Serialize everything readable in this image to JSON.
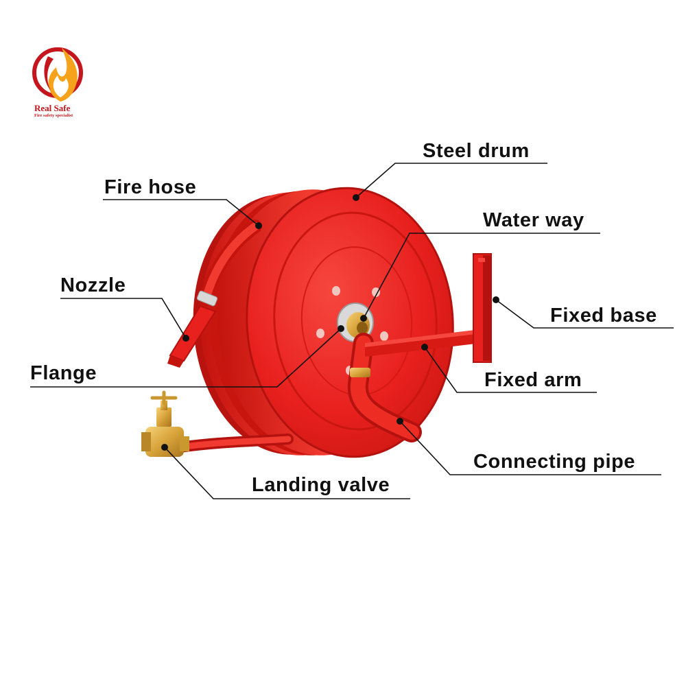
{
  "brand": {
    "name": "Real Safe",
    "tagline": "Fire safety specialist"
  },
  "colors": {
    "drum_red": "#e8201e",
    "drum_dark": "#b3120f",
    "brass": "#d8a33a",
    "brand_red": "#c4161c",
    "brand_orange": "#f6a21a"
  },
  "labels": {
    "steel_drum": "Steel drum",
    "fire_hose": "Fire hose",
    "water_way": "Water way",
    "nozzle": "Nozzle",
    "fixed_base": "Fixed base",
    "flange": "Flange",
    "fixed_arm": "Fixed arm",
    "connecting_pipe": "Connecting pipe",
    "landing_valve": "Landing valve"
  }
}
